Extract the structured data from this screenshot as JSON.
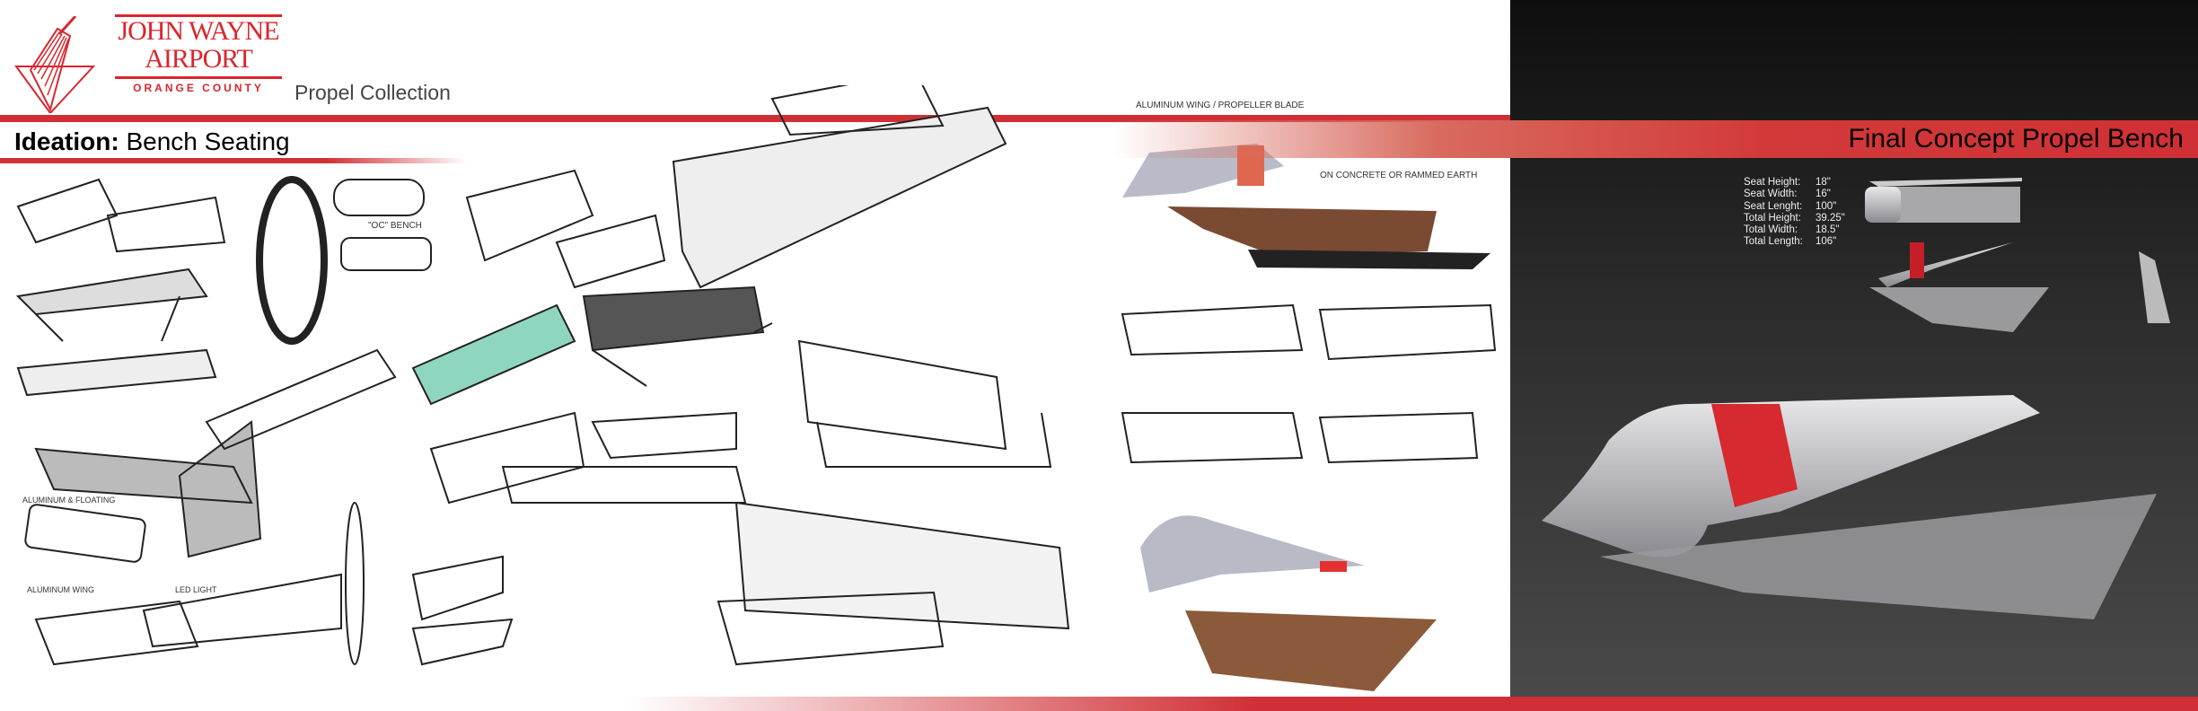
{
  "header": {
    "logo": {
      "line1": "JOHN WAYNE",
      "line2": "AIRPORT",
      "line3": "ORANGE COUNTY"
    },
    "collection": "Propel Collection"
  },
  "ideation": {
    "title_bold": "Ideation:",
    "title_rest": " Bench Seating"
  },
  "annotations": {
    "oc_bench": "\"OC\" BENCH",
    "aluminum_floating": "ALUMINUM & FLOATING",
    "aluminum_wing": "ALUMINUM WING",
    "led_light": "LED LIGHT",
    "aluminum_wing_propeller": "ALUMINUM WING / PROPELLER BLADE",
    "concrete": "ON CONCRETE OR RAMMED EARTH"
  },
  "final": {
    "title": "Final Concept Propel Bench",
    "specs": [
      {
        "label": "Seat Height:",
        "value": "18\""
      },
      {
        "label": "Seat Width:",
        "value": "16\""
      },
      {
        "label": "Seat Lenght:",
        "value": "100\""
      },
      {
        "label": "Total Height:",
        "value": "39.25\""
      },
      {
        "label": "Total Width:",
        "value": "18.5\""
      },
      {
        "label": "Total Length:",
        "value": "106\""
      }
    ]
  },
  "colors": {
    "brand_red": "#d03035",
    "dark_bg": "#2a2a2a"
  }
}
